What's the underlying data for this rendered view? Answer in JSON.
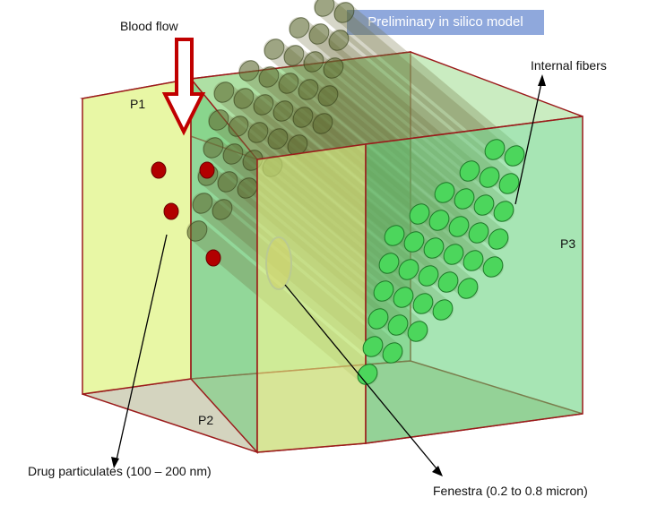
{
  "banner": "Preliminary in silico model",
  "labels": {
    "blood_flow": "Blood flow",
    "internal_fibers": "Internal fibers",
    "p1": "P1",
    "p2": "P2",
    "p3": "P3",
    "drug": "Drug particulates (100 – 200 nm)",
    "fenestra": "Fenestra (0.2 to 0.8 micron)"
  },
  "colors": {
    "box_edge": "#9b1b1b",
    "front_face": "#e2f59a",
    "side_face": "#5fcf76",
    "fiber": "#4cd65c",
    "particle": "#b20000",
    "arrow": "#c00000",
    "banner": "#8fa8dc"
  }
}
